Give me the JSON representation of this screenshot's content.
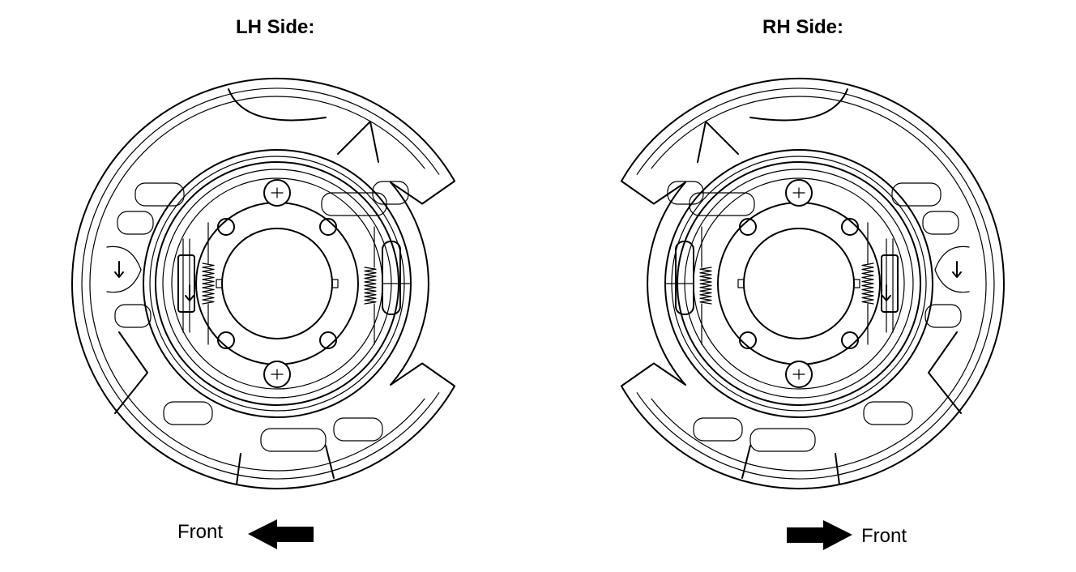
{
  "lh": {
    "title": "LH Side:",
    "front_label": "Front"
  },
  "rh": {
    "title": "RH Side:",
    "front_label": "Front"
  },
  "colors": {
    "line": "#000000",
    "background": "#ffffff"
  }
}
